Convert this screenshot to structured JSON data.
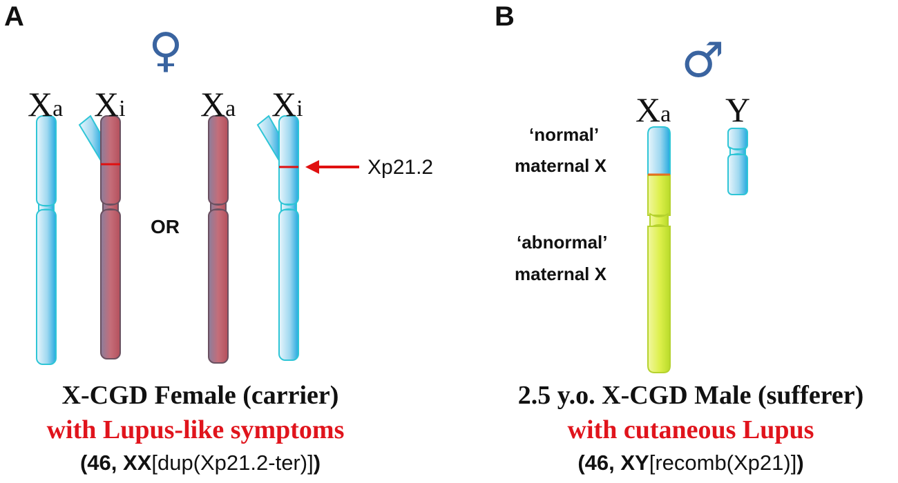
{
  "panels": {
    "a": {
      "letter": "A",
      "sex_symbol": "♀",
      "labels": {
        "chr1": {
          "main": "X",
          "sub": "a"
        },
        "chr2": {
          "main": "X",
          "sub": "i"
        },
        "chr3": {
          "main": "X",
          "sub": "a"
        },
        "chr4": {
          "main": "X",
          "sub": "i"
        }
      },
      "or_text": "OR",
      "arrow_label": "Xp21.2",
      "caption_line1": "X-CGD  Female (carrier)",
      "caption_line2": "with Lupus-like symptoms",
      "karyotype": {
        "open": "(46, ",
        "bold": "XX",
        "normal": "[dup(Xp21.2-ter)]",
        "close": ")"
      }
    },
    "b": {
      "letter": "B",
      "sex_symbol": "♂",
      "labels": {
        "chr1": {
          "main": "X",
          "sub": "a"
        },
        "chr2": {
          "main": "Y",
          "sub": ""
        }
      },
      "normal_label_1": "‘normal’",
      "normal_label_2": "maternal  X",
      "abnormal_label_1": "‘abnormal’",
      "abnormal_label_2": "maternal  X",
      "caption_line1": "2.5 y.o. X-CGD  Male (sufferer)",
      "caption_line2": "with cutaneous Lupus",
      "karyotype": {
        "open": "(46, ",
        "bold": "XY",
        "normal": "[recomb(Xp21)]",
        "close": ")"
      }
    }
  },
  "colors": {
    "active_blue": "#29b6e6",
    "inactive_red": "#c4616b",
    "abnormal_yellow": "#d6ec3a",
    "breakpoint_red": "#e01010",
    "caption_red": "#e0141c",
    "symbol_blue": "#3a64a0"
  }
}
